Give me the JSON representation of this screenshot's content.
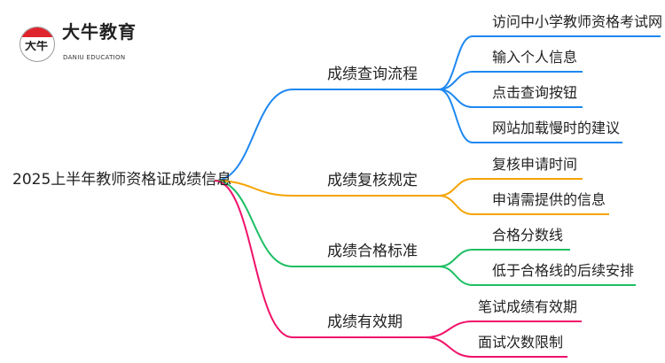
{
  "logo": {
    "name_cn": "大牛教育",
    "name_en": "DANIU EDUCATION",
    "mark": "大牛"
  },
  "root": {
    "label": "2025上半年教师资格证成绩信息"
  },
  "branches": [
    {
      "label": "成绩查询流程",
      "color": "#1e88f0",
      "children": [
        "访问中小学教师资格考试网",
        "输入个人信息",
        "点击查询按钮",
        "网站加载慢时的建议"
      ]
    },
    {
      "label": "成绩复核规定",
      "color": "#f5a300",
      "children": [
        "复核申请时间",
        "申请需提供的信息"
      ]
    },
    {
      "label": "成绩合格标准",
      "color": "#1dbf63",
      "children": [
        "合格分数线",
        "低于合格线的后续安排"
      ]
    },
    {
      "label": "成绩有效期",
      "color": "#f0126a",
      "children": [
        "笔试成绩有效期",
        "面试次数限制"
      ]
    }
  ]
}
